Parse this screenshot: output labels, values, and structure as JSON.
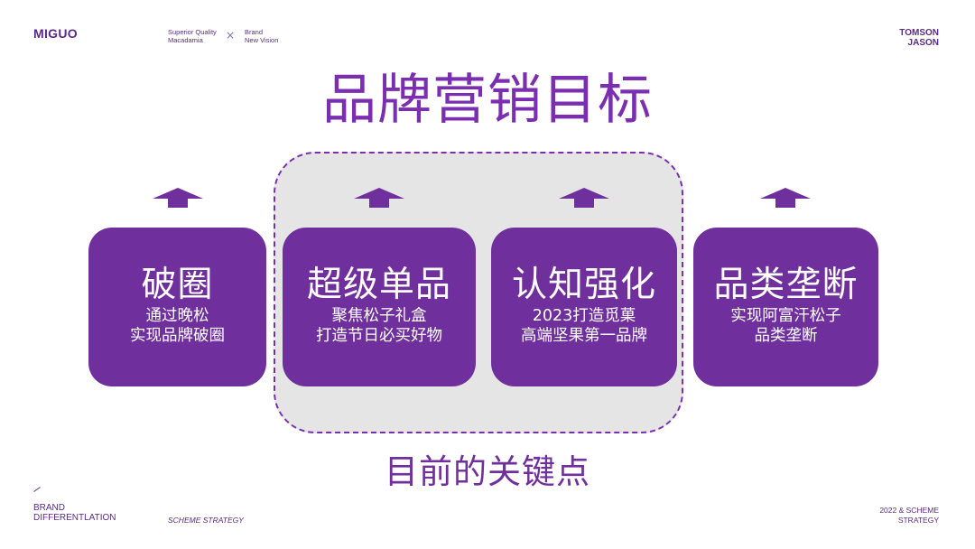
{
  "header": {
    "logo": "MIGUO",
    "tag1_line1": "Superior Quality",
    "tag1_line2": "Macadamia",
    "times_symbol": "×",
    "tag2_line1": "Brand",
    "tag2_line2": "New Vision",
    "author_line1": "TOMSON",
    "author_line2": "JASON"
  },
  "main": {
    "title": "品牌营销目标",
    "subtitle": "目前的关键点",
    "cards": [
      {
        "title": "破圈",
        "line1": "通过晚松",
        "line2": "实现品牌破圈"
      },
      {
        "title": "超级单品",
        "line1": "聚焦松子礼盒",
        "line2": "打造节日必买好物"
      },
      {
        "title": "认知强化",
        "line1": "2023打造觅菓",
        "line2": "高端坚果第一品牌"
      },
      {
        "title": "品类垄断",
        "line1": "实现阿富汗松子",
        "line2": "品类垄断"
      }
    ]
  },
  "footer": {
    "brand_line1": "BRAND",
    "brand_line2": "DIFFERENTLATION",
    "scheme_strategy": "SCHEME STRATEGY",
    "year_line1": "2022 & SCHEME",
    "year_line2": "STRATEGY"
  },
  "colors": {
    "accent": "#7b2fb0",
    "card": "#6f2f9c",
    "highlight_bg": "#e5e5e5"
  },
  "icons": [
    "up-arrow-icon"
  ]
}
